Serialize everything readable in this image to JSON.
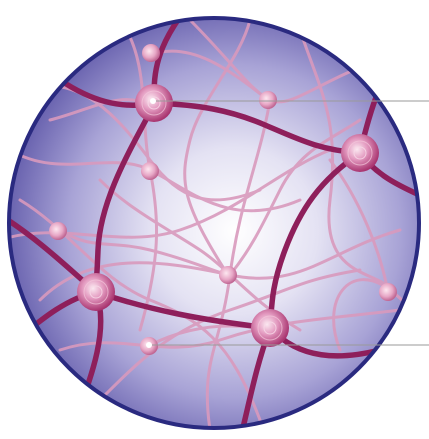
{
  "figure": {
    "subject": "network-sphere-illustration",
    "colors": {
      "sphere_outline": "#2a2a80",
      "sphere_center": "#ffffff",
      "sphere_mid": "#c9c6e6",
      "sphere_edge": "#6f68b6",
      "thick_strand": "#8e1f5b",
      "thin_strand": "#d79cbd",
      "node_light": "#f7dbe8",
      "node_dark": "#c05a8c",
      "leader_line": "#9a9a9a"
    },
    "callouts": [
      {
        "target": "node-top-left"
      },
      {
        "target": "node-lower-left-small"
      }
    ]
  }
}
